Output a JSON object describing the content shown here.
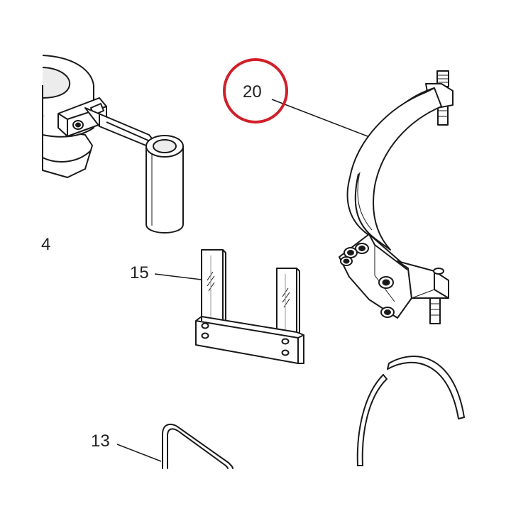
{
  "callouts": {
    "c20": "20",
    "c15": "15",
    "c13": "13",
    "c14_partial": "4"
  },
  "colors": {
    "line": "#1a1a1a",
    "fill": "#ffffff",
    "shade": "#d9d9d9",
    "highlight_ring": "#d0202a"
  }
}
